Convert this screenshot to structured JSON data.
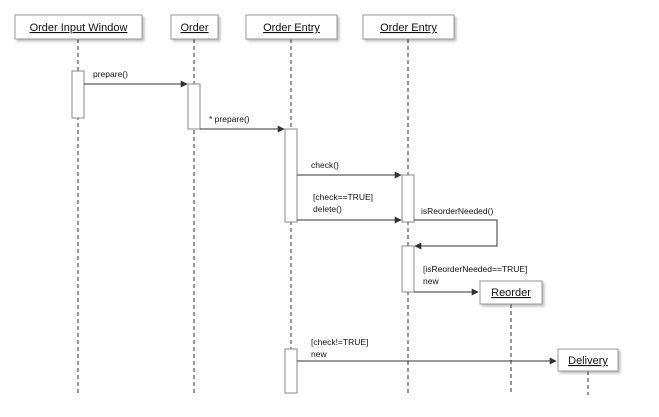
{
  "diagram": {
    "participants": [
      {
        "id": "p1",
        "name": "Order Input Window"
      },
      {
        "id": "p2",
        "name": "Order"
      },
      {
        "id": "p3",
        "name": "Order Entry"
      },
      {
        "id": "p4",
        "name": "Order Entry"
      }
    ],
    "created_objects": [
      {
        "id": "c1",
        "name": "Reorder"
      },
      {
        "id": "c2",
        "name": "Delivery"
      }
    ],
    "messages": [
      {
        "id": "m1",
        "from": "Order Input Window",
        "to": "Order",
        "lines": [
          "prepare()"
        ]
      },
      {
        "id": "m2",
        "from": "Order",
        "to": "Order Entry",
        "lines": [
          "* prepare()"
        ]
      },
      {
        "id": "m3",
        "from": "Order Entry",
        "to": "Order Entry",
        "lines": [
          "check()"
        ]
      },
      {
        "id": "m4",
        "from": "Order Entry",
        "to": "Order Entry",
        "lines": [
          "[check==TRUE]",
          "delete()"
        ]
      },
      {
        "id": "m5",
        "from": "Order Entry",
        "to": "Order Entry",
        "lines": [
          "isReorderNeeded()"
        ]
      },
      {
        "id": "m6",
        "from": "Order Entry",
        "to": "Reorder",
        "lines": [
          "[isReorderNeeded==TRUE]",
          "new"
        ]
      },
      {
        "id": "m7",
        "from": "Order Entry",
        "to": "Delivery",
        "lines": [
          "[check!=TRUE]",
          "new"
        ]
      }
    ]
  }
}
